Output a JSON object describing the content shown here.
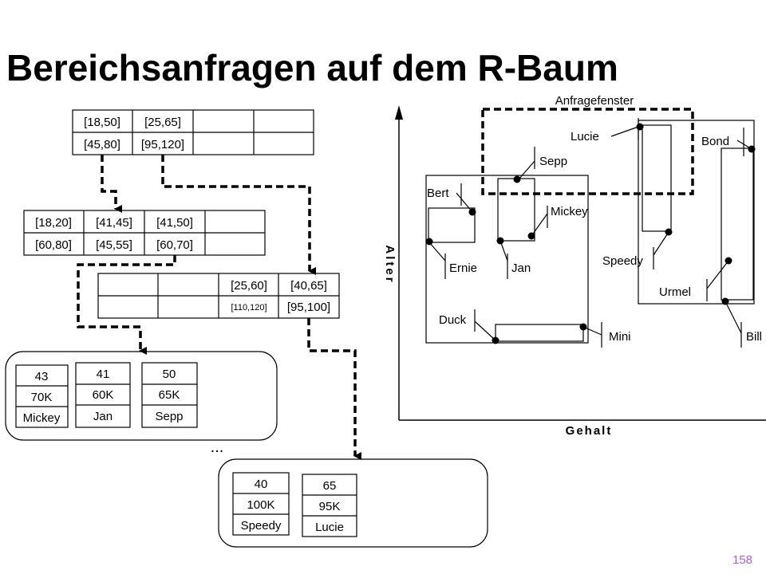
{
  "title": "Bereichsanfragen auf dem R-Baum",
  "page_number": "158",
  "tree": {
    "root": {
      "rows": [
        [
          "[18,50]",
          "[25,65]",
          "",
          ""
        ],
        [
          "[45,80]",
          "[95,120]",
          "",
          ""
        ]
      ]
    },
    "inner_left": {
      "rows": [
        [
          "[18,20]",
          "[41,45]",
          "[41,50]"
        ],
        [
          "[60,80]",
          "[45,55]",
          "[60,70]"
        ]
      ]
    },
    "inner_right": {
      "rows": [
        [
          "",
          "",
          "[25,60]",
          "[40,65]"
        ],
        [
          "",
          "",
          "[110,120]",
          "[95,100]"
        ]
      ]
    },
    "leaf_left": [
      [
        "43",
        "70K",
        "Mickey"
      ],
      [
        "41",
        "60K",
        "Jan"
      ],
      [
        "50",
        "65K",
        "Sepp"
      ]
    ],
    "leaf_right": [
      [
        "40",
        "100K",
        "Speedy"
      ],
      [
        "65",
        "95K",
        "Lucie"
      ]
    ],
    "ellipsis": "..."
  },
  "plot": {
    "x_axis_label": "Gehalt",
    "y_axis_label": "Alter",
    "query_window_label": "Anfragefenster",
    "point_labels": [
      "Lucie",
      "Bond",
      "Sepp",
      "Bert",
      "Mickey",
      "Ernie",
      "Jan",
      "Speedy",
      "Urmel",
      "Duck",
      "Mini",
      "Bill"
    ]
  },
  "colors": {
    "page_number": "#b05fd0",
    "line": "#000000"
  }
}
